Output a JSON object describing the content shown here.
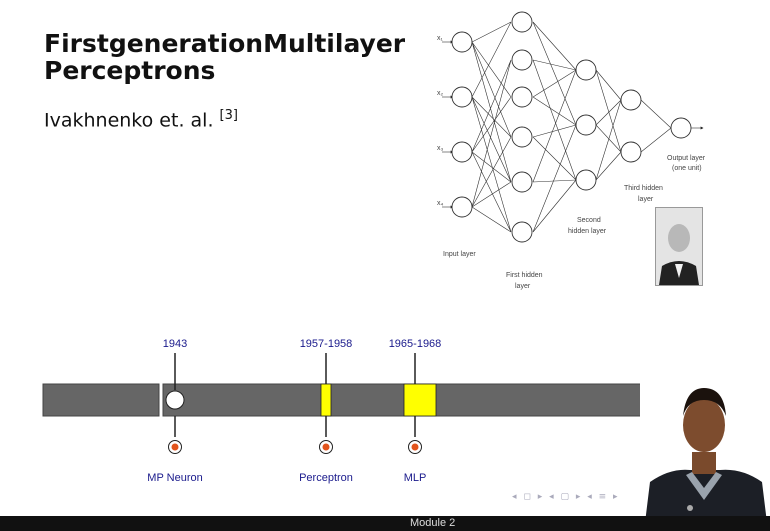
{
  "slide": {
    "title_words": [
      "First",
      "generation",
      "Multilayer"
    ],
    "title_line2": "Perceptrons",
    "subtitle": "Ivakhnenko et. al.",
    "subtitle_ref": "[3]"
  },
  "network": {
    "input_labels": [
      "x₁",
      "x₂",
      "x₃",
      "x₄"
    ],
    "layer_labels": {
      "input": "Input layer",
      "first_hidden_1": "First hidden",
      "first_hidden_2": "layer",
      "second_hidden_1": "Second",
      "second_hidden_2": "hidden layer",
      "third_hidden_1": "Third hidden",
      "third_hidden_2": "layer",
      "output_1": "Output layer",
      "output_2": "(one unit)"
    }
  },
  "timeline": {
    "events": [
      {
        "year": "1943",
        "label": "MP Neuron"
      },
      {
        "year": "1957-1958",
        "label": "Perceptron"
      },
      {
        "year": "1965-1968",
        "label": "MLP"
      }
    ]
  },
  "footer": {
    "module": "Module 2",
    "nav_glyphs": "◂ ◻ ▸ ◂ ▢ ▸ ◂ ≡ ▸"
  },
  "colors": {
    "bar": "#666666",
    "highlight": "#ffff00",
    "label_blue": "#1a1a8c",
    "dot_orange": "#e2541c"
  }
}
